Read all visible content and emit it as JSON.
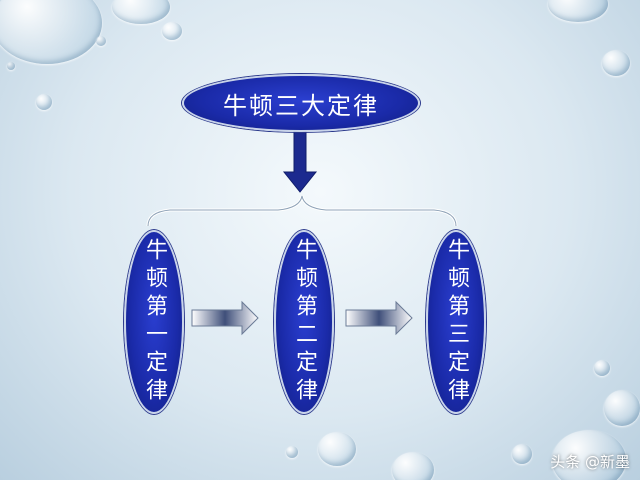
{
  "diagram": {
    "root": {
      "label": "牛顿三大定律"
    },
    "laws": [
      {
        "label": "牛顿第一定律"
      },
      {
        "label": "牛顿第二定律"
      },
      {
        "label": "牛顿第三定律"
      }
    ]
  },
  "watermark": {
    "text": "头条 @新墨"
  },
  "colors": {
    "node_fill": "#1a2aa8",
    "node_border": "#c9d4ea",
    "arrow_down": "#1c2a8f",
    "brace": "#ffffff",
    "background": "#dbe8f1"
  }
}
